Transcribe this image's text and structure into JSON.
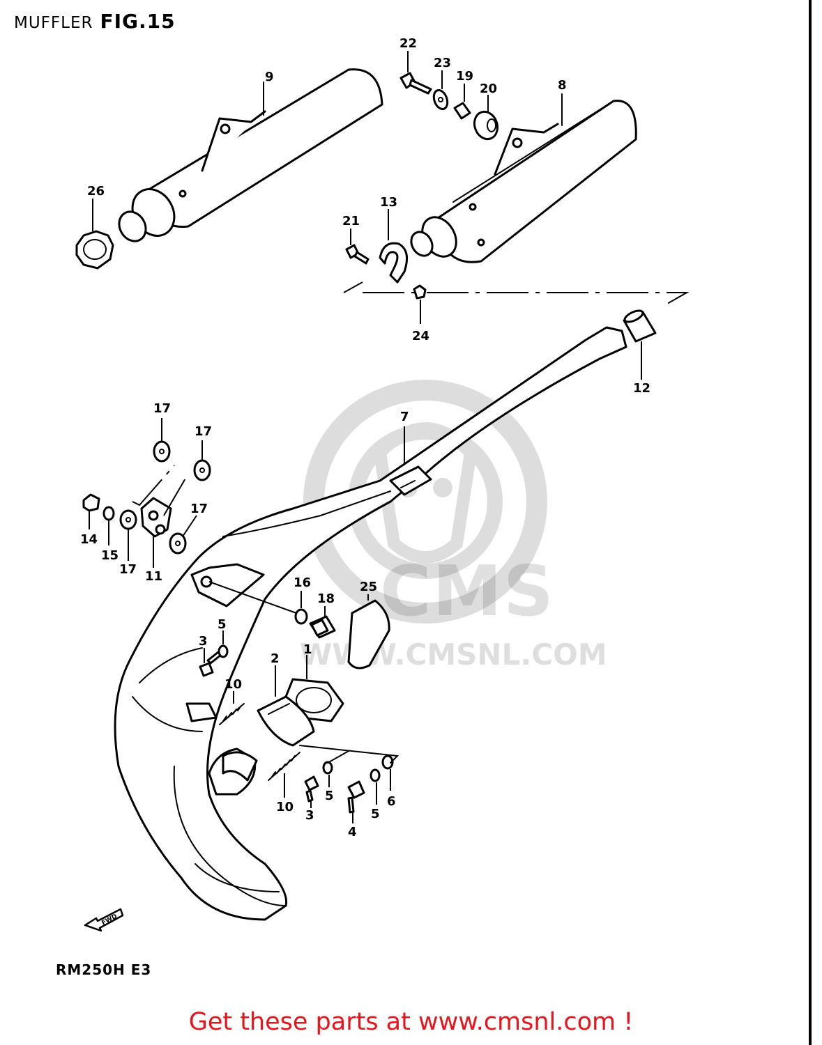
{
  "header": {
    "category": "MUFFLER",
    "figure": "FIG.15"
  },
  "watermark": {
    "brand": "CMS",
    "url": "WWW.CMSNL.COM"
  },
  "model_code": "RM250H E3",
  "fwd_label": "FWD",
  "callouts": {
    "c1": "1",
    "c2": "2",
    "c3a": "3",
    "c3b": "3",
    "c4": "4",
    "c5a": "5",
    "c5b": "5",
    "c5c": "5",
    "c6": "6",
    "c7": "7",
    "c8": "8",
    "c9": "9",
    "c10a": "10",
    "c10b": "10",
    "c11": "11",
    "c12": "12",
    "c13": "13",
    "c14": "14",
    "c15": "15",
    "c16": "16",
    "c17a": "17",
    "c17b": "17",
    "c17c": "17",
    "c17d": "17",
    "c18": "18",
    "c19": "19",
    "c20": "20",
    "c21": "21",
    "c22": "22",
    "c23": "23",
    "c24": "24",
    "c25": "25",
    "c26": "26"
  },
  "cta_text": "Get these parts at www.cmsnl.com !",
  "colors": {
    "cta": "#e8141b",
    "line": "#000000",
    "background": "#ffffff"
  }
}
